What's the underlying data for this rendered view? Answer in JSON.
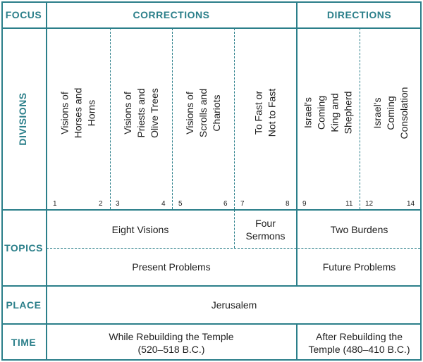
{
  "header": {
    "focus": "FOCUS",
    "corrections": "CORRECTIONS",
    "directions": "DIRECTIONS"
  },
  "rows": {
    "divisions": "DIVISIONS",
    "topics": "TOPICS",
    "place": "PLACE",
    "time": "TIME"
  },
  "divisions": [
    {
      "title": "Visions of\nHorses and Horns",
      "start": "1",
      "end": "2"
    },
    {
      "title": "Visions of\nPriests and Olive Trees",
      "start": "3",
      "end": "4"
    },
    {
      "title": "Visions of\nScrolls and Chariots",
      "start": "5",
      "end": "6"
    },
    {
      "title": "To Fast or Not to Fast",
      "start": "7",
      "end": "8"
    },
    {
      "title": "Israel's Coming\nKing and Shepherd",
      "start": "9",
      "end": "11"
    },
    {
      "title": "Israel's Coming\nConsolation",
      "start": "12",
      "end": "14"
    }
  ],
  "topics": {
    "eight_visions": "Eight Visions",
    "four_sermons": "Four\nSermons",
    "two_burdens": "Two Burdens",
    "present_problems": "Present Problems",
    "future_problems": "Future Problems"
  },
  "place": {
    "value": "Jerusalem"
  },
  "time": {
    "while": "While Rebuilding the Temple\n(520–518 B.C.)",
    "after": "After Rebuilding the\nTemple (480–410 B.C.)"
  },
  "colors": {
    "accent": "#2b7f8a",
    "text": "#1e1e1e"
  }
}
